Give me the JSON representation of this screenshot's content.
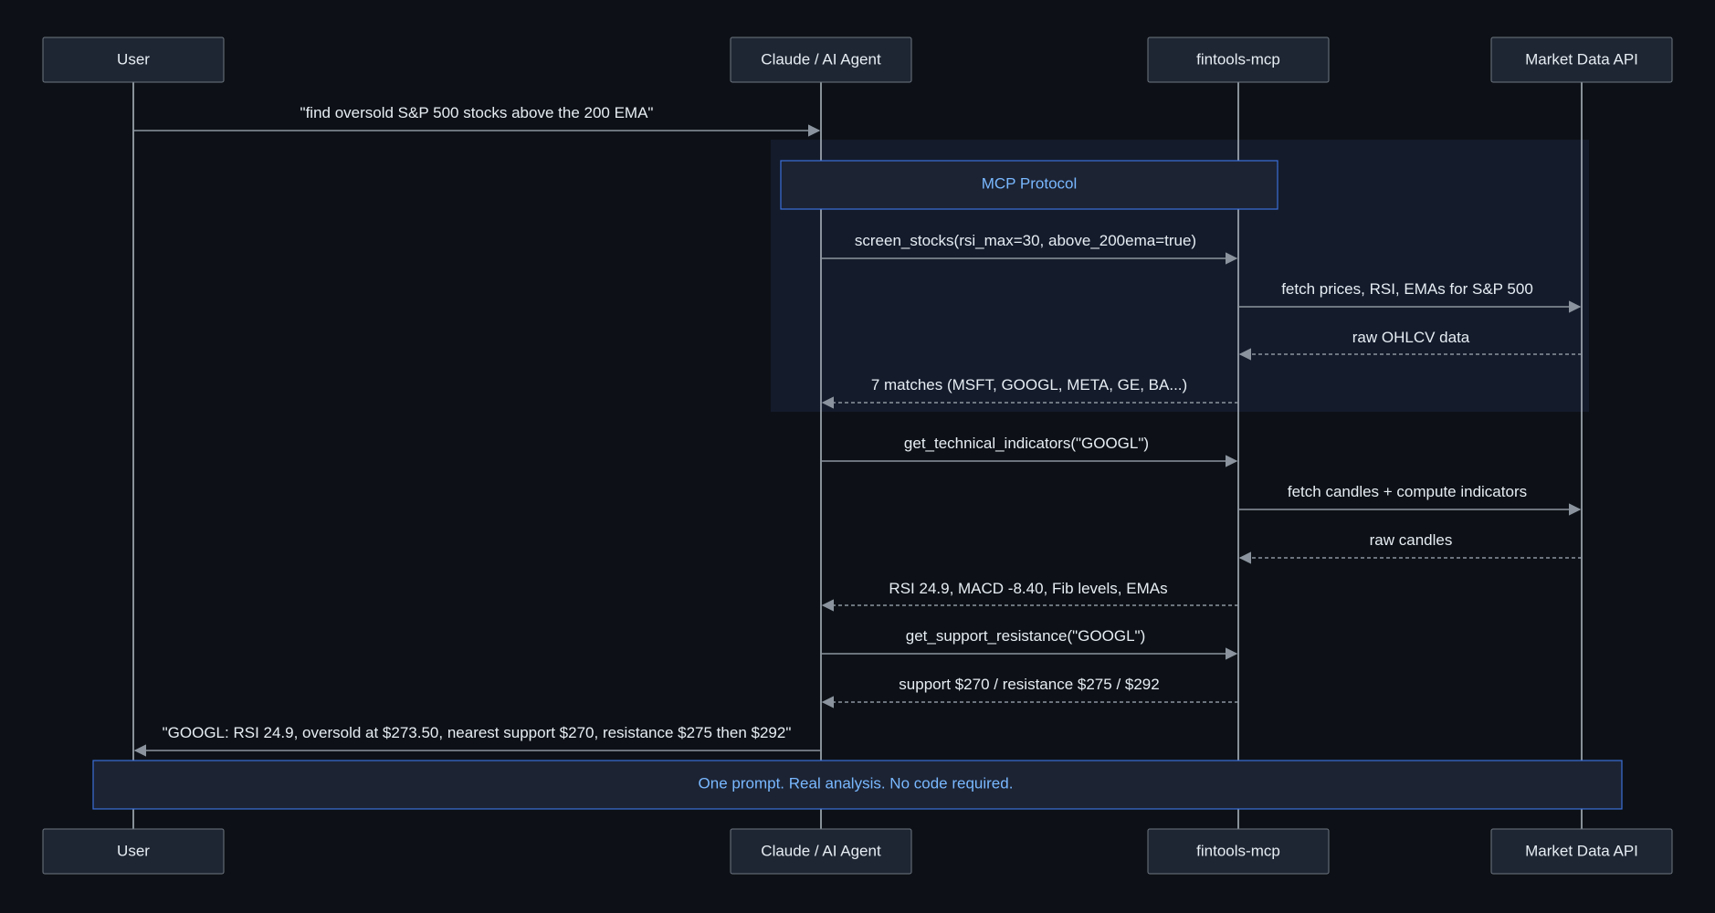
{
  "actors": [
    {
      "id": "user",
      "label": "User"
    },
    {
      "id": "agent",
      "label": "Claude / AI Agent"
    },
    {
      "id": "mcp",
      "label": "fintools-mcp"
    },
    {
      "id": "api",
      "label": "Market Data API"
    }
  ],
  "group": {
    "label": "MCP Protocol"
  },
  "messages": [
    {
      "from": "user",
      "to": "agent",
      "label": "\"find oversold S&P 500 stocks above the 200 EMA\"",
      "style": "solid"
    },
    {
      "from": "agent",
      "to": "mcp",
      "label": "screen_stocks(rsi_max=30, above_200ema=true)",
      "style": "solid"
    },
    {
      "from": "mcp",
      "to": "api",
      "label": "fetch prices, RSI, EMAs for S&P 500",
      "style": "solid"
    },
    {
      "from": "api",
      "to": "mcp",
      "label": "raw OHLCV data",
      "style": "dashed"
    },
    {
      "from": "mcp",
      "to": "agent",
      "label": "7 matches (MSFT, GOOGL, META, GE, BA...)",
      "style": "dashed"
    },
    {
      "from": "agent",
      "to": "mcp",
      "label": "get_technical_indicators(\"GOOGL\")",
      "style": "solid"
    },
    {
      "from": "mcp",
      "to": "api",
      "label": "fetch candles + compute indicators",
      "style": "solid"
    },
    {
      "from": "api",
      "to": "mcp",
      "label": "raw candles",
      "style": "dashed"
    },
    {
      "from": "mcp",
      "to": "agent",
      "label": "RSI 24.9, MACD -8.40, Fib levels, EMAs",
      "style": "dashed"
    },
    {
      "from": "agent",
      "to": "mcp",
      "label": "get_support_resistance(\"GOOGL\")",
      "style": "solid"
    },
    {
      "from": "mcp",
      "to": "agent",
      "label": "support $270 / resistance $275 / $292",
      "style": "dashed"
    },
    {
      "from": "agent",
      "to": "user",
      "label": "\"GOOGL: RSI 24.9, oversold at $273.50, nearest support $270, resistance $275 then $292\"",
      "style": "solid"
    }
  ],
  "note": {
    "label": "One prompt. Real analysis. No code required."
  }
}
